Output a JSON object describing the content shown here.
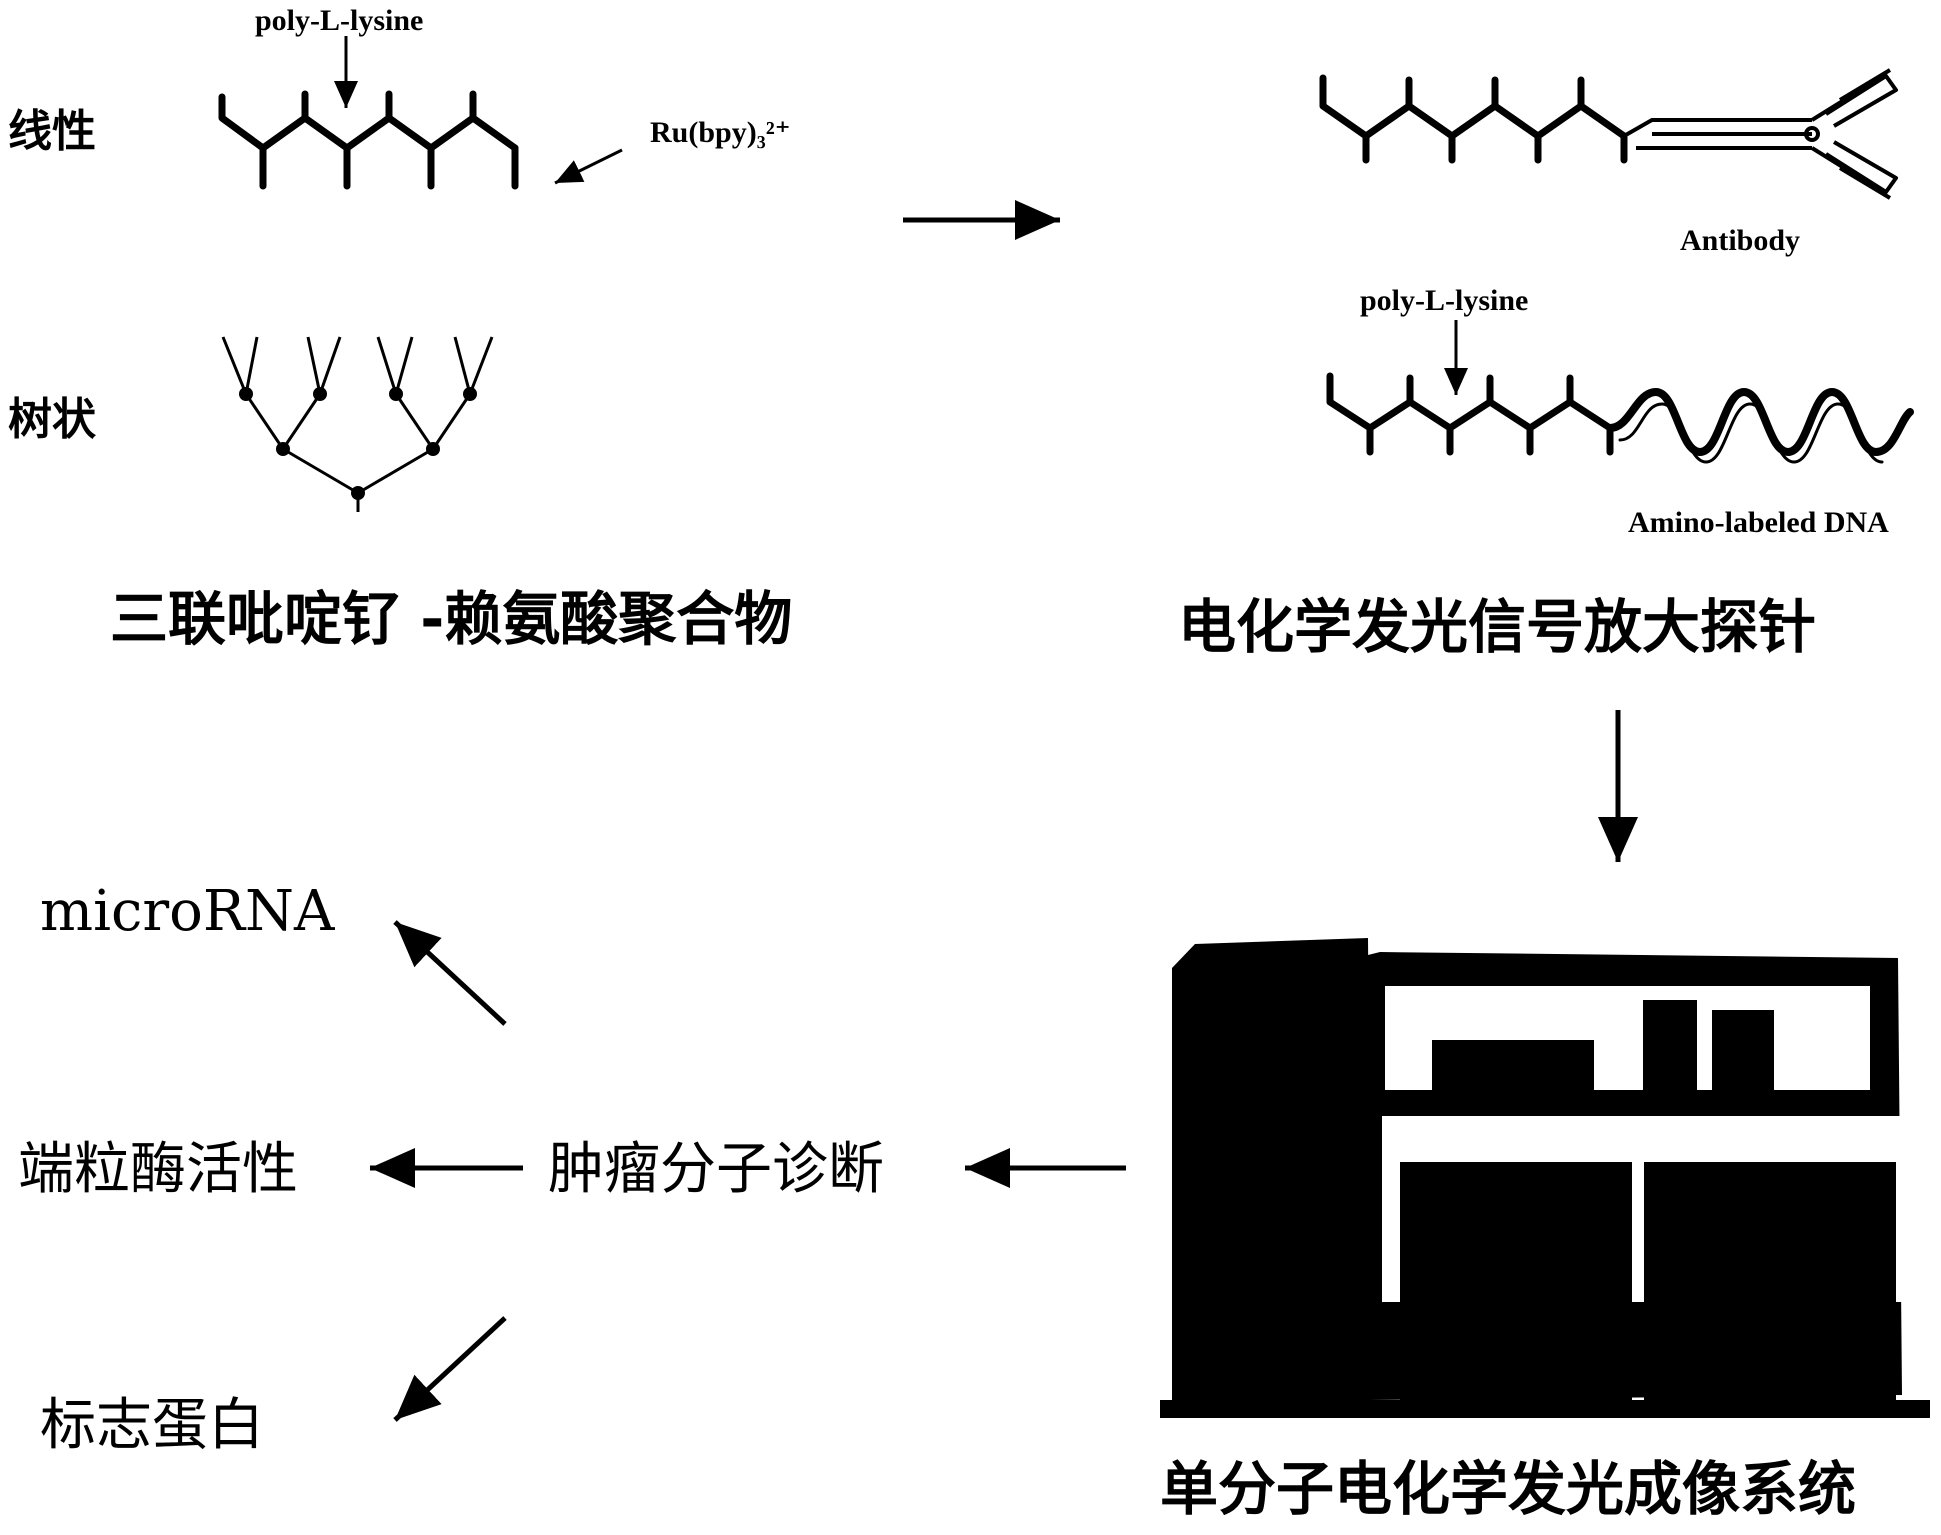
{
  "top_left": {
    "poly_label": "poly-L-lysine",
    "ru_label": "Ru(bpy)₃²⁺",
    "linear_label": "线性",
    "dendritic_label": "树状",
    "caption": "三联吡啶钌 -赖氨酸聚合物"
  },
  "top_right": {
    "antibody_label": "Antibody",
    "poly_label": "poly-L-lysine",
    "dna_label": "Amino-labeled DNA",
    "caption": "电化学发光信号放大探针"
  },
  "bottom_right": {
    "caption": "单分子电化学发光成像系统"
  },
  "bottom_left": {
    "center": "肿瘤分子诊断",
    "microrna": "microRNA",
    "telomerase": "端粒酶活性",
    "marker": "标志蛋白"
  }
}
